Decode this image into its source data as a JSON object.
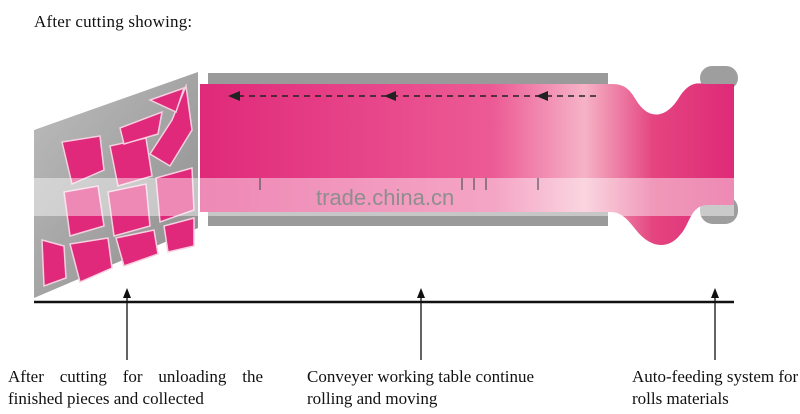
{
  "title": "After cutting showing:",
  "watermark": "trade.china.cn",
  "captions": {
    "unloading": "After cutting for unloading the finished pieces and collected",
    "conveyer": "Conveyer working table continue rolling and moving",
    "feeding": "Auto-feeding system for rolls materials"
  },
  "colors": {
    "material": "#e0297a",
    "material_light": "#f28fb2",
    "frame": "#9a9a9a",
    "baseline": "#111111"
  }
}
